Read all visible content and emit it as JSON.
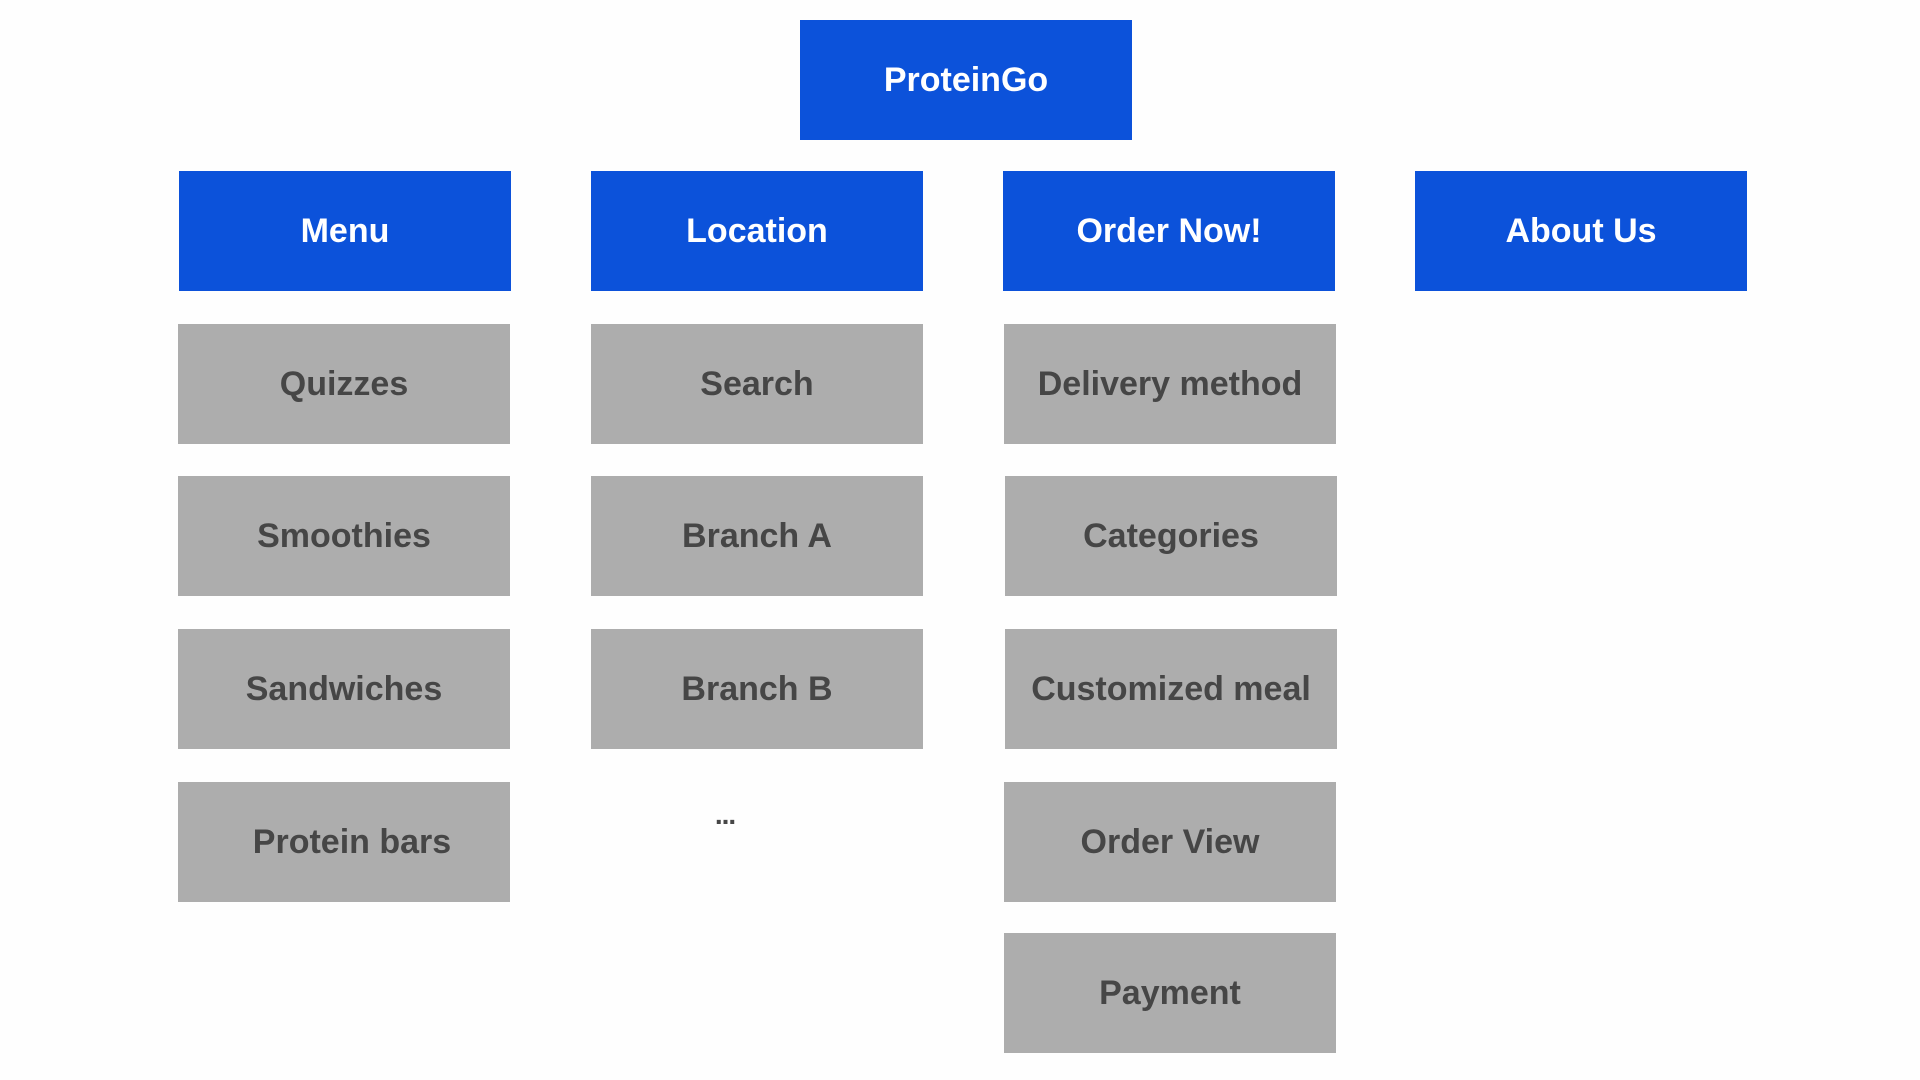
{
  "root": {
    "label": "ProteinGo",
    "color": "#0c52da"
  },
  "sections": [
    {
      "label": "Menu",
      "children": [
        "Quizzes",
        "Smoothies",
        "Sandwiches",
        "Protein bars"
      ]
    },
    {
      "label": "Location",
      "children": [
        "Search",
        "Branch A",
        "Branch B"
      ],
      "more": "..."
    },
    {
      "label": "Order Now!",
      "children": [
        "Delivery method",
        "Categories",
        "Customized meal",
        "Order View",
        "Payment"
      ]
    },
    {
      "label": "About Us",
      "children": []
    }
  ],
  "colors": {
    "primary": "#0c52da",
    "child_box": "#adadad",
    "child_text": "#464646",
    "background": "#fefefe"
  }
}
